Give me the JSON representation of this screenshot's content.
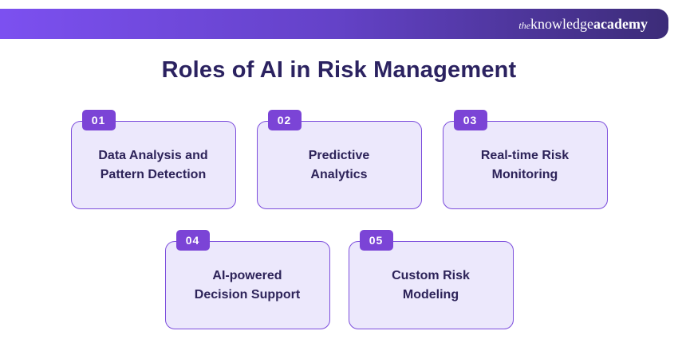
{
  "header": {
    "logo_the": "the",
    "logo_knowledge": "knowledge",
    "logo_academy": "academy"
  },
  "title": "Roles of AI in Risk Management",
  "cards": [
    {
      "number": "01",
      "line1": "Data Analysis and",
      "line2": "Pattern Detection"
    },
    {
      "number": "02",
      "line1": "Predictive",
      "line2": "Analytics"
    },
    {
      "number": "03",
      "line1": "Real-time Risk",
      "line2": "Monitoring"
    },
    {
      "number": "04",
      "line1": "AI-powered",
      "line2": "Decision Support"
    },
    {
      "number": "05",
      "line1": "Custom Risk",
      "line2": "Modeling"
    }
  ],
  "colors": {
    "header_gradient_start": "#7c50f0",
    "header_gradient_end": "#3c2c78",
    "card_background": "#ece8fc",
    "card_border": "#7c4ddc",
    "badge_background": "#7b44d6",
    "badge_text": "#ffffff",
    "title_text": "#2b2260",
    "card_text": "#2d2359",
    "page_background": "#ffffff"
  }
}
